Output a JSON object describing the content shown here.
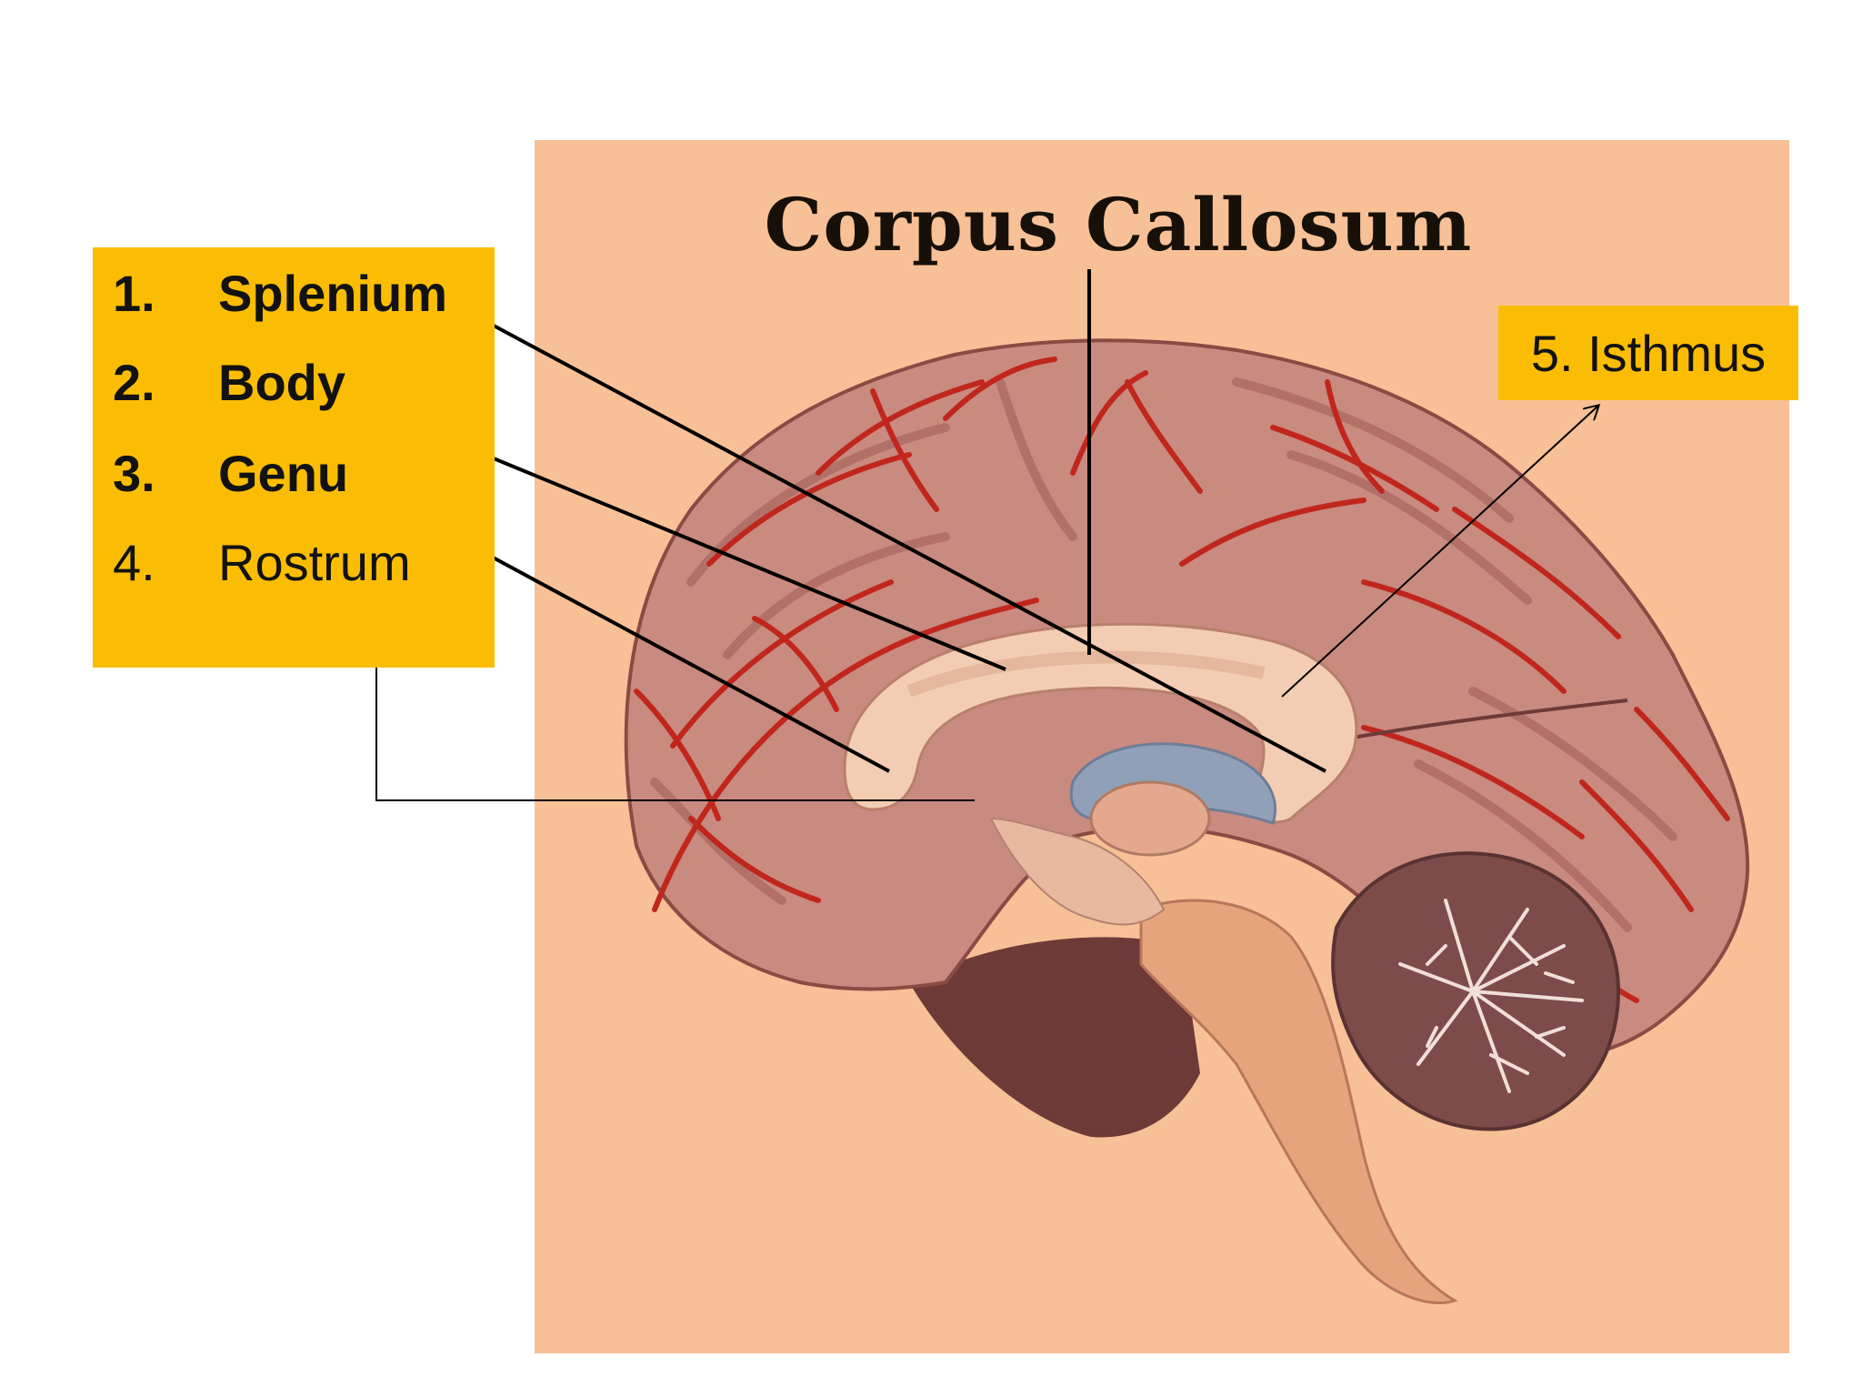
{
  "title": "Corpus Callosum",
  "labels": [
    {
      "num": "1.",
      "text": "Splenium"
    },
    {
      "num": "2.",
      "text": "Body"
    },
    {
      "num": "3.",
      "text": "Genu"
    },
    {
      "num": "4.",
      "text": "Rostrum"
    }
  ],
  "extra_label": "5. Isthmus",
  "colors": {
    "panel": "#f8c096",
    "label_box": "#fbbd03",
    "brain": "#c98a80",
    "vessels": "#c0261c",
    "corpus_callosum": "#f3cdb3",
    "brainstem": "#e6a47c",
    "cerebellum": "#7e4b4b"
  }
}
